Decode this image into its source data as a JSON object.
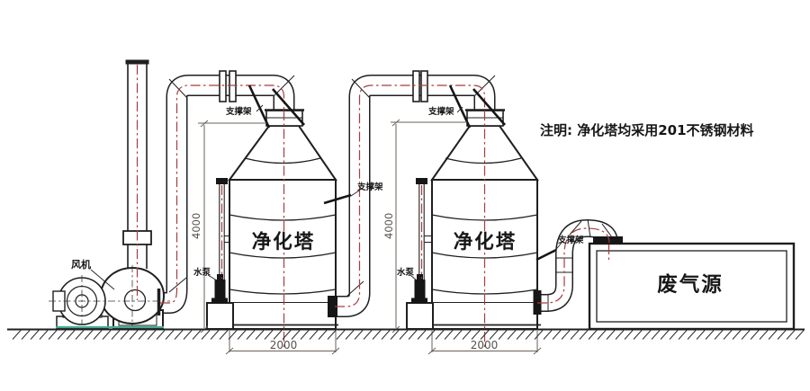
{
  "note": {
    "text": "注明: 净化塔均采用201不锈钢材料"
  },
  "components": {
    "fan": {
      "label": "风机"
    },
    "tower_1": {
      "label": "净化塔",
      "support_label": "支撑架",
      "pump_label": "水泵",
      "height_dim": "4000",
      "width_dim": "2000"
    },
    "tower_2": {
      "label": "净化塔",
      "support_label": "支撑架",
      "pump_label": "水泵",
      "height_dim": "4000",
      "width_dim": "2000"
    },
    "duct_support": {
      "label": "支撑架"
    },
    "waste_duct_support": {
      "label": "支撑架"
    },
    "waste_gas_source": {
      "label": "废气源"
    }
  },
  "colors": {
    "line": "#1f1f1f",
    "centerline_red": "#a83c3c",
    "dimension": "#6a6158",
    "ground_accent": "#49a795",
    "background": "#ffffff"
  }
}
